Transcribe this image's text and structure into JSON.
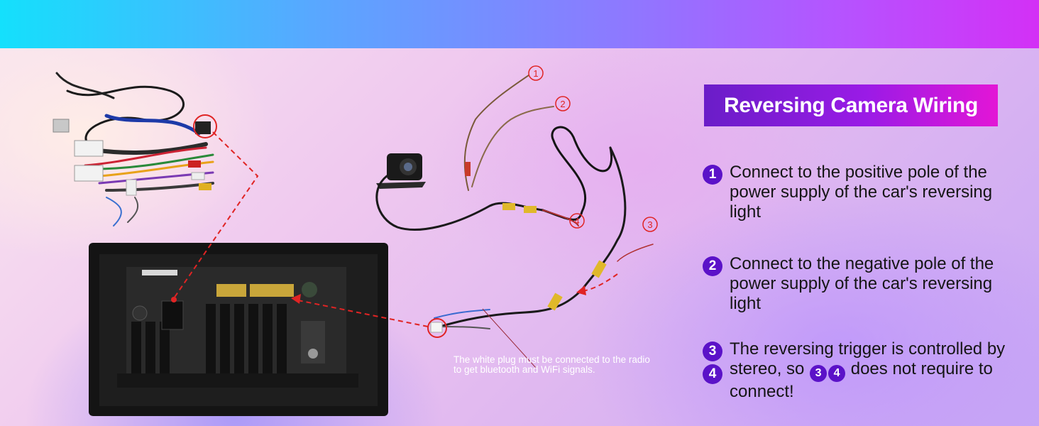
{
  "title": "Reversing Camera Wiring",
  "steps": [
    {
      "badges": [
        "1"
      ],
      "text": "Connect to the positive pole of the power supply of the car's reversing light"
    },
    {
      "badges": [
        "2"
      ],
      "text": "Connect to the negative pole of the power supply of the car's reversing light"
    },
    {
      "badges": [
        "3",
        "4"
      ],
      "text_before": "The reversing trigger is controlled by stereo, so",
      "inline_badges": [
        "3",
        "4"
      ],
      "text_after": "does not require to connect!"
    }
  ],
  "callouts": [
    "1",
    "2",
    "3",
    "4"
  ],
  "note": "The white plug must be connected to the radio to get bluetooth and WiFi signals.",
  "colors": {
    "accent_purple": "#5b12c8",
    "callout_red": "#e02424",
    "title_gradient_start": "#6a1dc8",
    "title_gradient_end": "#e316d6"
  }
}
